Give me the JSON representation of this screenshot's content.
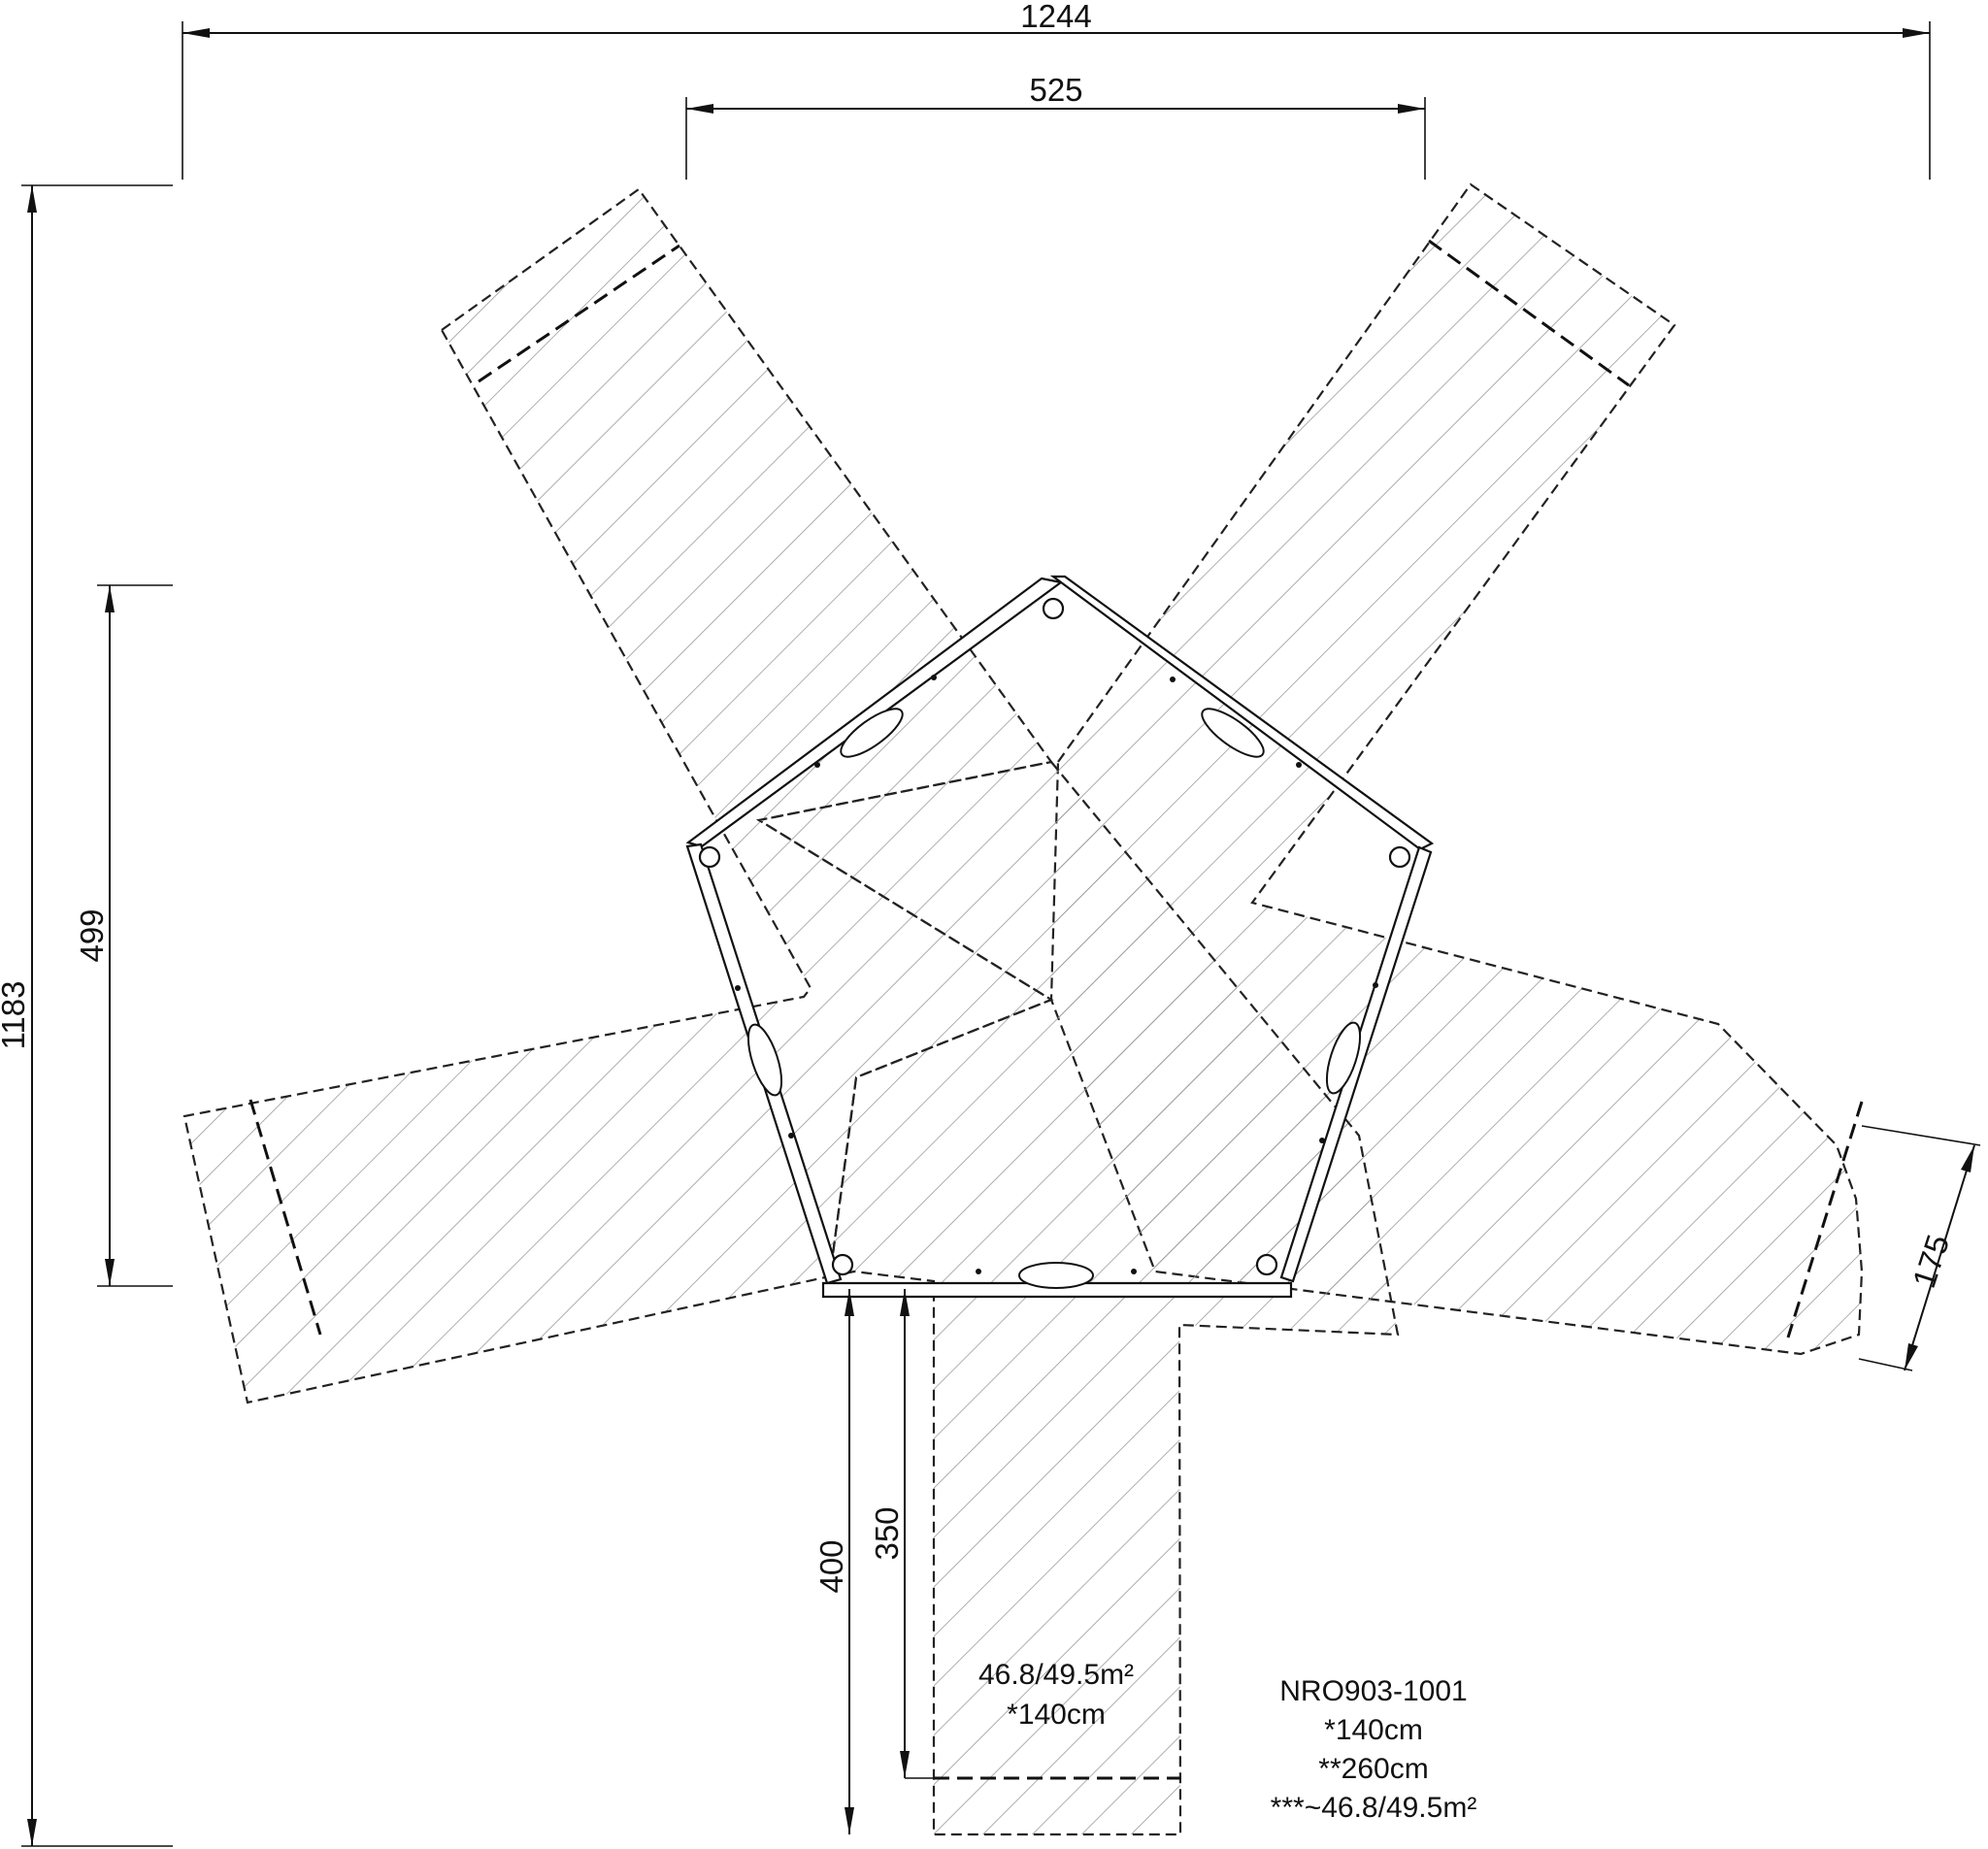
{
  "drawing": {
    "product_code": "NRO903-1001",
    "dimensions": {
      "overall_width": "1244",
      "inner_width": "525",
      "overall_depth": "1183",
      "frame_depth": "499",
      "zone_length": "400",
      "free_length": "350",
      "zone_width": "175"
    },
    "zone_label": {
      "area": "46.8/49.5m²",
      "height": "*140cm"
    },
    "notes": [
      "*140cm",
      "**260cm",
      "***~46.8/49.5m²"
    ]
  }
}
